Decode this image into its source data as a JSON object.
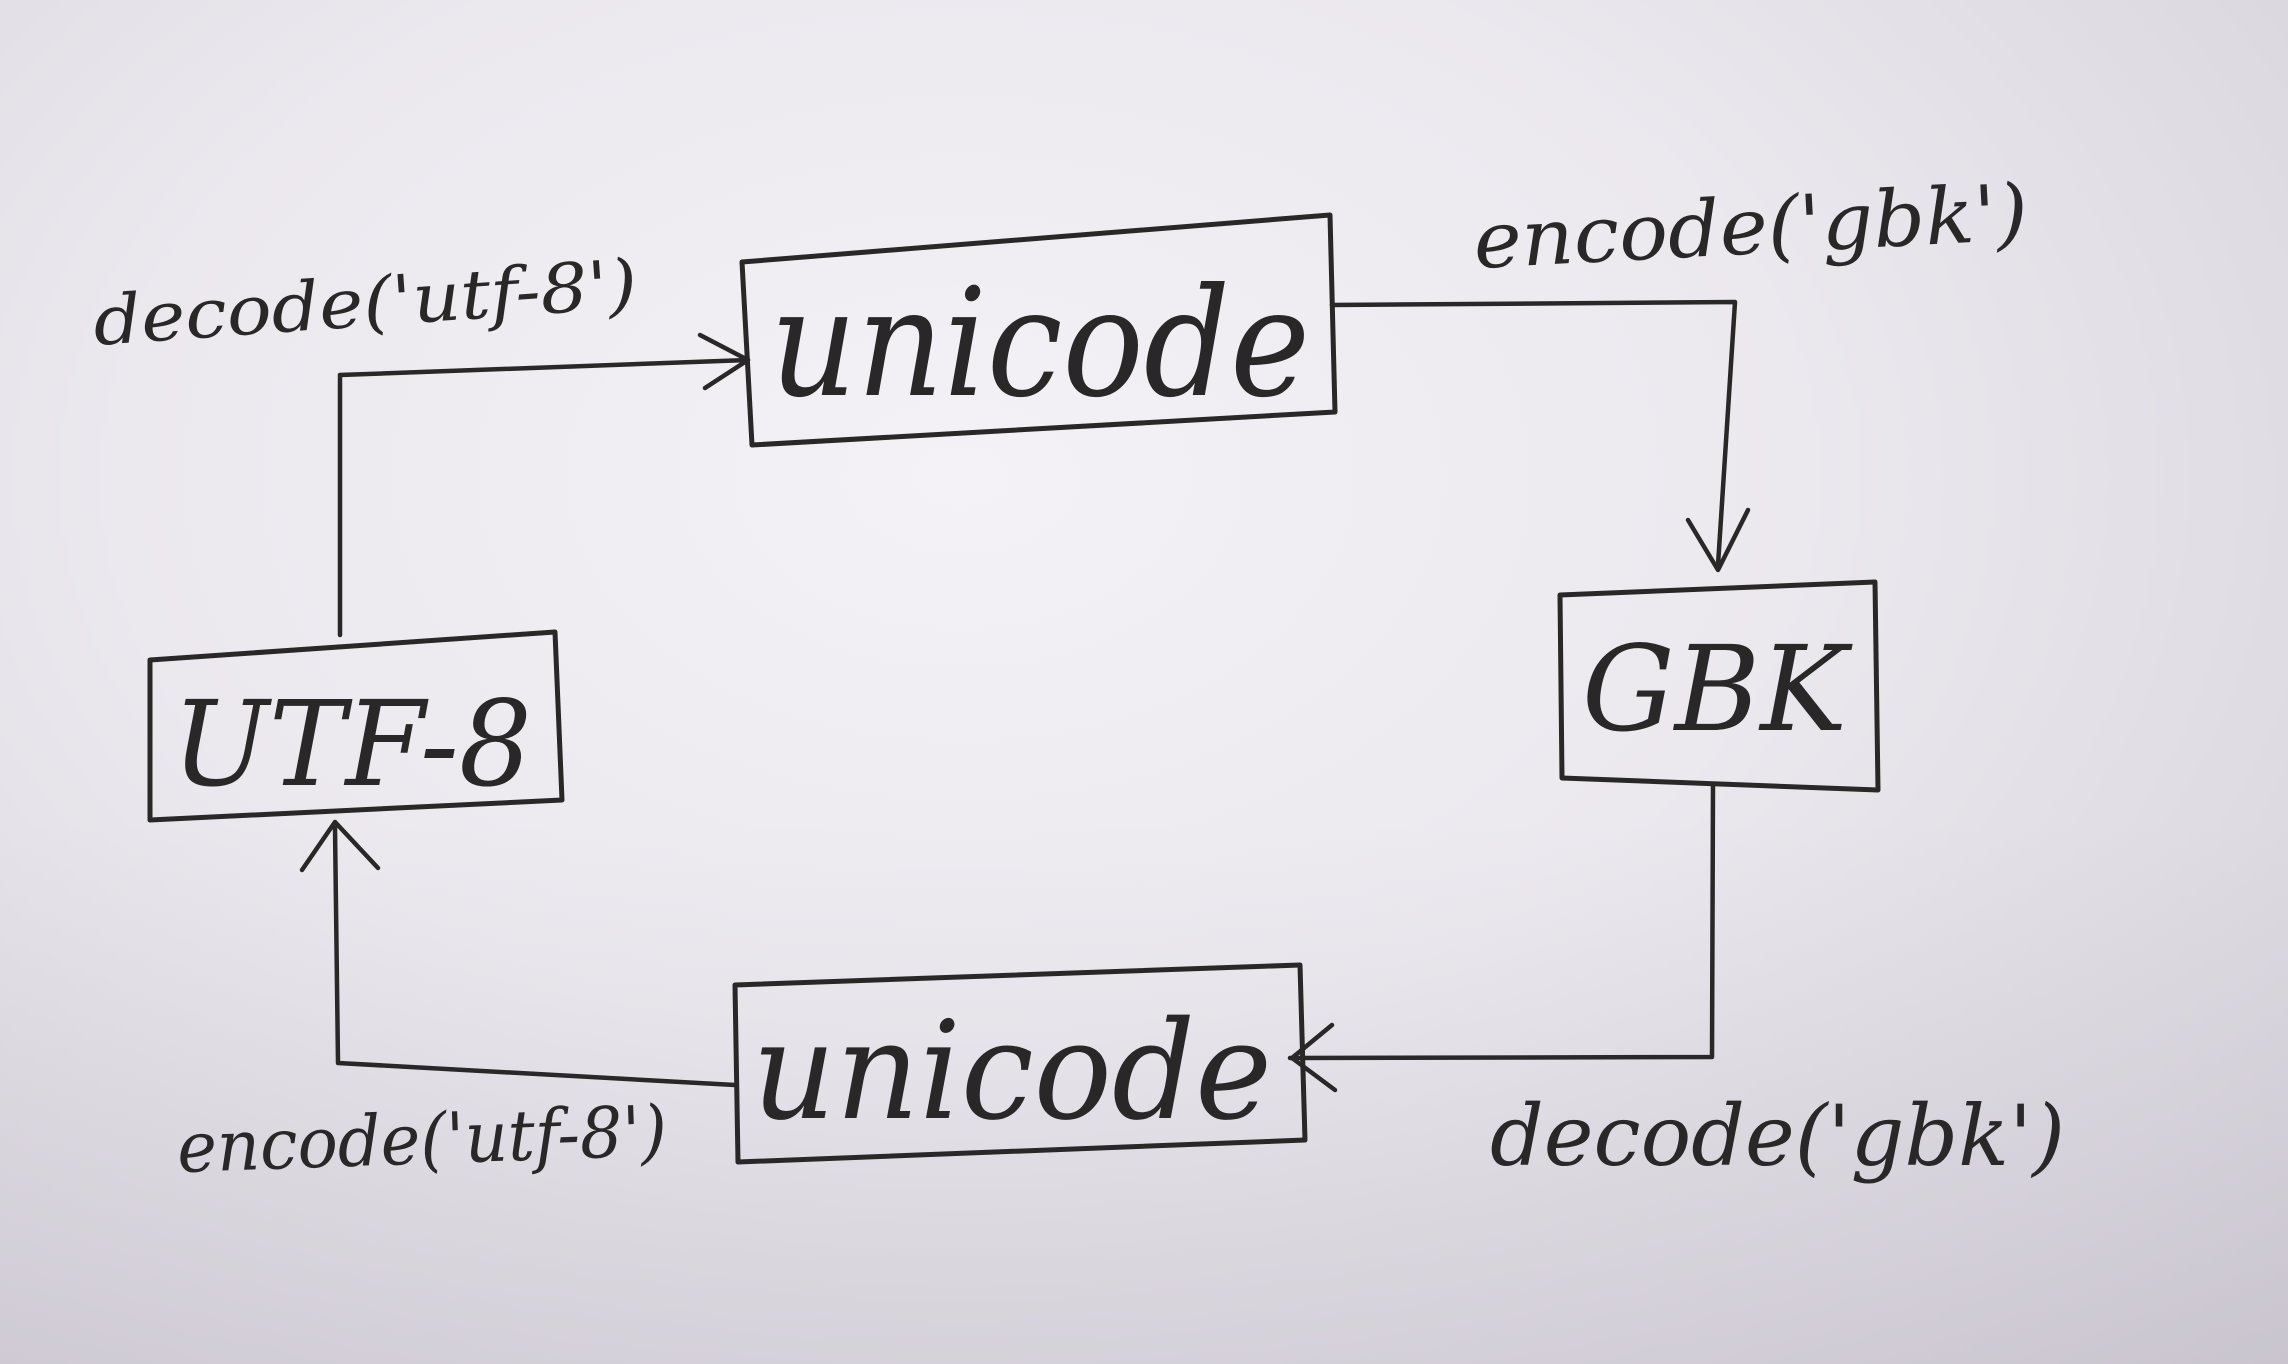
{
  "nodes": {
    "unicode_top": "unicode",
    "gbk": "GBK",
    "unicode_bottom": "unicode",
    "utf8": "UTF-8"
  },
  "edges": {
    "unicode_top_to_gbk": "encode('gbk')",
    "gbk_to_unicode_bottom": "decode('gbk')",
    "unicode_bottom_to_utf8": "encode('utf-8')",
    "utf8_to_unicode_top": "decode('utf-8')"
  },
  "colors": {
    "ink": "#2a2729",
    "paper": "#ebe8ee"
  }
}
